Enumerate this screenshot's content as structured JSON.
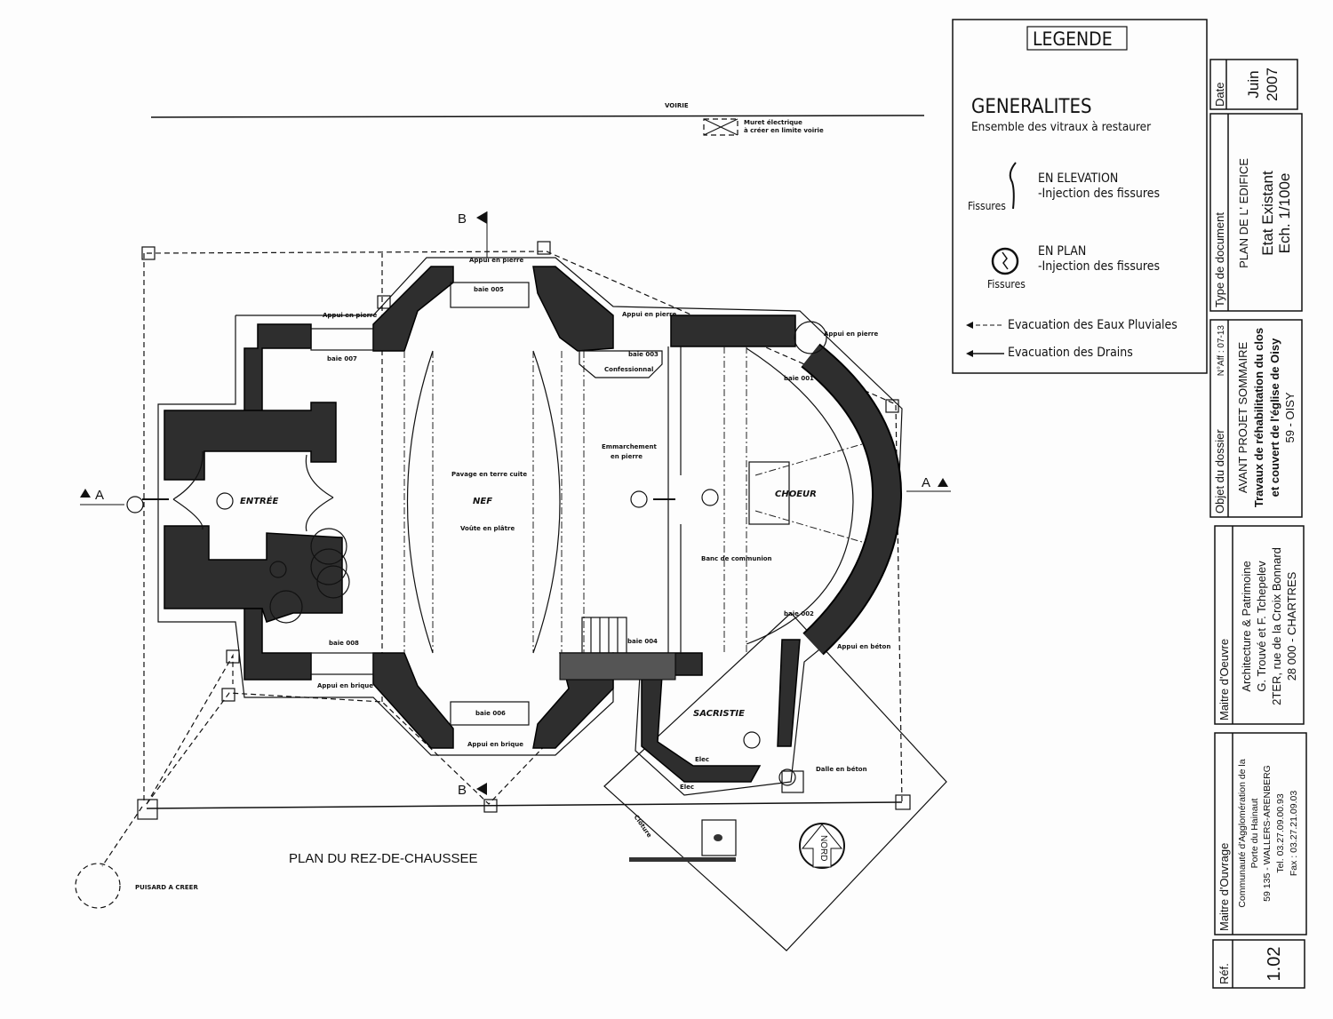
{
  "plan": {
    "title": "PLAN DU REZ-DE-CHAUSSEE",
    "voirie": "VOIRIE",
    "muret_line1": "Muret électrique",
    "muret_line2": "à créer en limite voirie",
    "section_a": "A",
    "section_b": "B",
    "puisard": "PUISARD A CREER",
    "cloture": "Clôture",
    "nord": "NORD",
    "rooms": {
      "entree": "ENTRÉE",
      "nef": "NEF",
      "choeur": "CHOEUR",
      "sacristie": "SACRISTIE"
    },
    "labels": {
      "appui_pierre": "Appui en pierre",
      "appui_brique": "Appui en brique",
      "appui_beton": "Appui en béton",
      "baie_001": "baie 001",
      "baie_002": "baie 002",
      "baie_003": "baie 003",
      "baie_004": "baie 004",
      "baie_005": "baie 005",
      "baie_006": "baie 006",
      "baie_007": "baie 007",
      "baie_008": "baie 008",
      "confessionnal": "Confessionnal",
      "emmarchement1": "Emmarchement",
      "emmarchement2": "en pierre",
      "pavage": "Pavage en terre cuite",
      "voute": "Voûte en plâtre",
      "banc": "Banc de communion",
      "elec": "Elec",
      "dalle": "Dalle en béton"
    }
  },
  "legend": {
    "title": "LEGENDE",
    "generalites": "GENERALITES",
    "vitraux": "Ensemble des vitraux à restaurer",
    "elevation_title": "EN ELEVATION",
    "elevation_desc": "-Injection des fissures",
    "plan_title": "EN PLAN",
    "plan_desc": "-Injection des fissures",
    "fissures": "Fissures",
    "eaux_pluviales": "Evacuation des Eaux Pluviales",
    "drains": "Evacuation des Drains"
  },
  "titleblock": {
    "date_label": "Date",
    "date_month": "Juin",
    "date_year": "2007",
    "type_label": "Type de document",
    "type_line1": "PLAN DE L' EDIFICE",
    "type_line2": "Etat Existant",
    "type_line3": "Ech. 1/100e",
    "objet_label": "Objet du dossier",
    "affaire": "N°Aff : 07-13",
    "objet_line1": "AVANT PROJET SOMMAIRE",
    "objet_line2": "Travaux de réhabilitation du clos",
    "objet_line3": "et couvert de l'église de Oisy",
    "objet_line4": "59 - OISY",
    "moe_label": "Maitre d'Oeuvre",
    "moe_line1": "Architecture & Patrimoine",
    "moe_line2": "G. Trouvé et F. Tchepelev",
    "moe_line3": "2TER, rue de la Croix Bonnard",
    "moe_line4": "28 000 - CHARTRES",
    "mo_label": "Maitre d'Ouvrage",
    "mo_line1": "Communauté d'Agglomération de la",
    "mo_line2": "Porte du Hainaut",
    "mo_line3": "59 135 - WALLERS-ARENBERG",
    "mo_line4": "Tel. 03.27.09.00.93",
    "mo_line5": "Fax : 03.27.21.09.03",
    "ref_label": "Réf.",
    "ref_value": "1.02"
  }
}
